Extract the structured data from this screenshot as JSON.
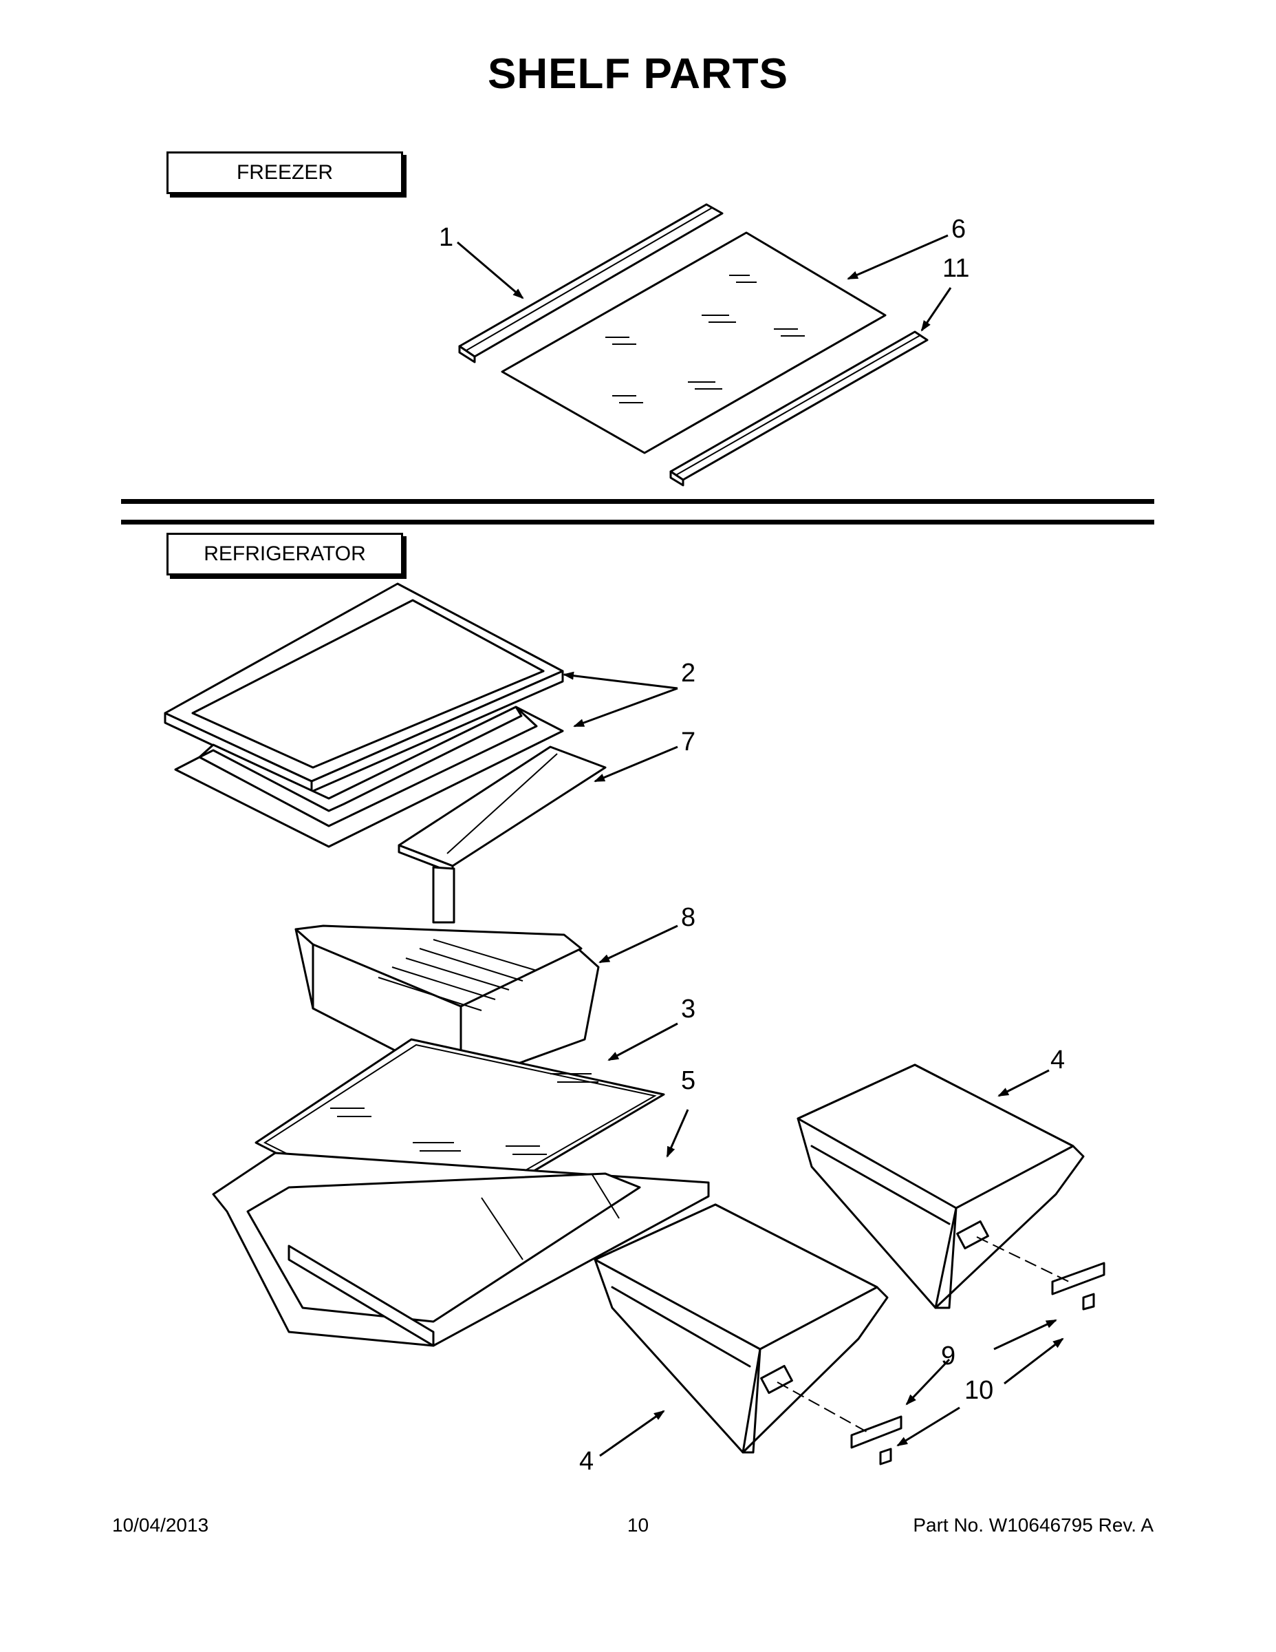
{
  "page": {
    "title": "SHELF PARTS",
    "sections": {
      "freezer": "FREEZER",
      "refrigerator": "REFRIGERATOR"
    },
    "callouts": {
      "c1": "1",
      "c6": "6",
      "c11": "11",
      "c2": "2",
      "c7": "7",
      "c8": "8",
      "c3": "3",
      "c5": "5",
      "c4a": "4",
      "c4b": "4",
      "c9": "9",
      "c10": "10"
    },
    "footer": {
      "date": "10/04/2013",
      "page_number": "10",
      "part_number": "Part No.  W10646795  Rev.  A"
    }
  }
}
